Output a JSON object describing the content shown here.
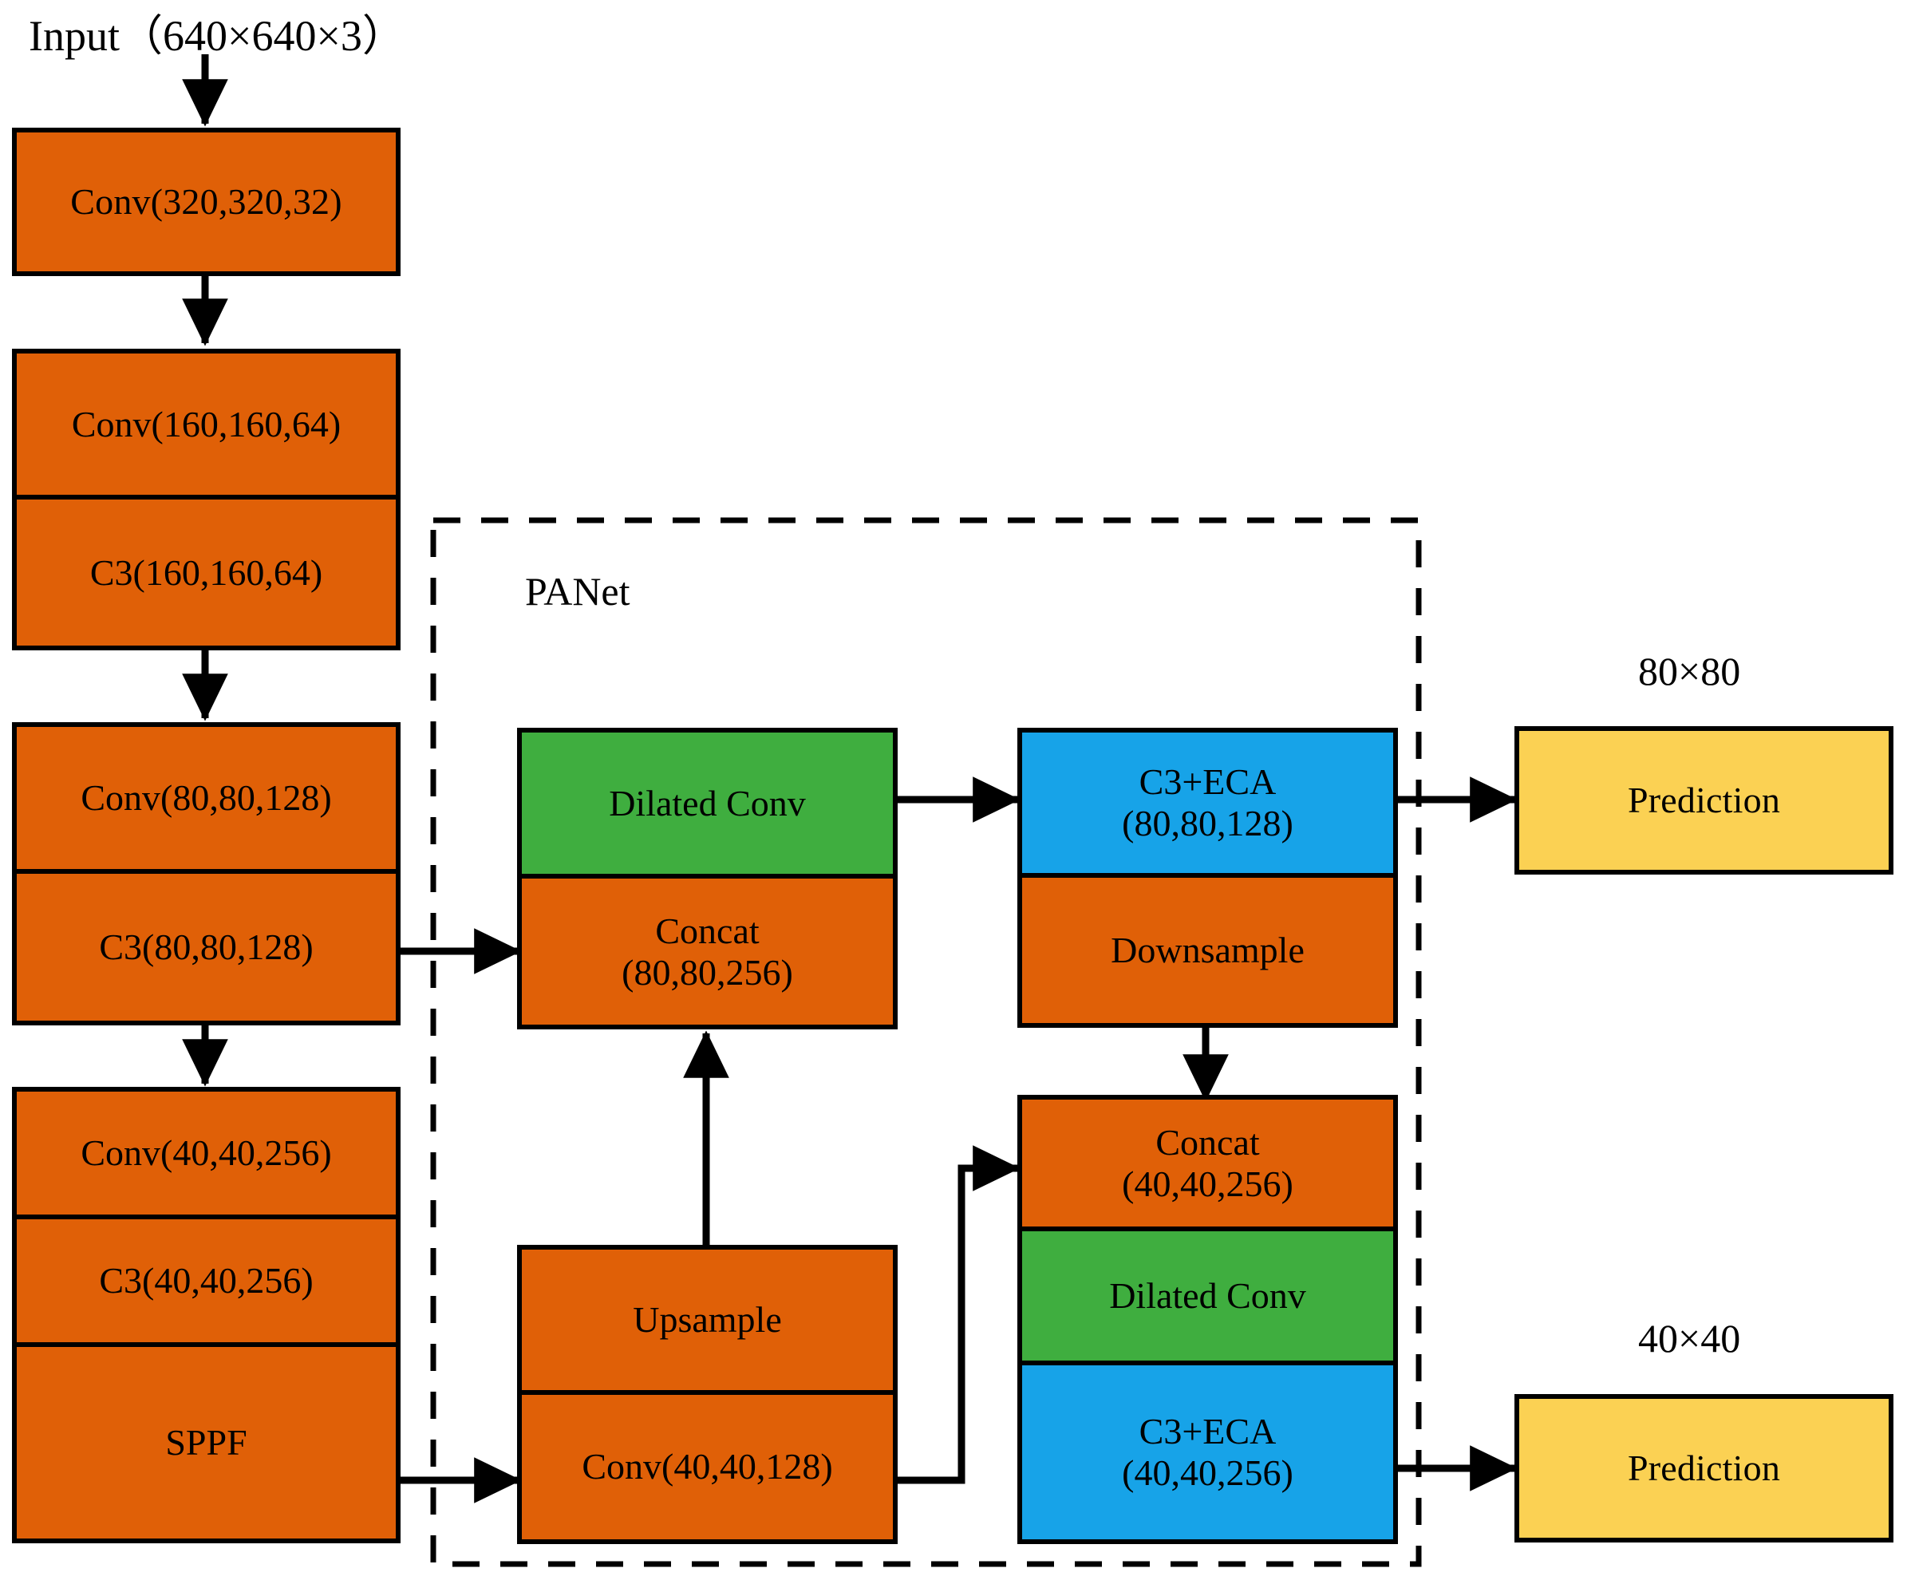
{
  "diagram": {
    "title": "Input（640×640×3）",
    "panet_label": "PANet",
    "colors": {
      "orange": "#E06007",
      "green": "#3FAE3F",
      "blue": "#17A3E8",
      "yellow": "#FBD153",
      "stroke": "#000000",
      "background": "#FFFFFF"
    }
  },
  "backbone": {
    "conv_320": "Conv(320,320,32)",
    "conv_160": "Conv(160,160,64)",
    "c3_160": "C3(160,160,64)",
    "conv_80": "Conv(80,80,128)",
    "c3_80": "C3(80,80,128)",
    "conv_40": "Conv(40,40,256)",
    "c3_40": "C3(40,40,256)",
    "sppf": "SPPF"
  },
  "panet": {
    "dilated_conv_top": "Dilated Conv",
    "concat_80": "Concat\n(80,80,256)",
    "c3eca_80": "C3+ECA\n(80,80,128)",
    "downsample": "Downsample",
    "upsample": "Upsample",
    "conv_40_128": "Conv(40,40,128)",
    "concat_40": "Concat\n(40,40,256)",
    "dilated_conv_bottom": "Dilated Conv",
    "c3eca_40": "C3+ECA\n(40,40,256)"
  },
  "outputs": {
    "head_80_label": "80×80",
    "head_80_box": "Prediction",
    "head_40_label": "40×40",
    "head_40_box": "Prediction"
  }
}
